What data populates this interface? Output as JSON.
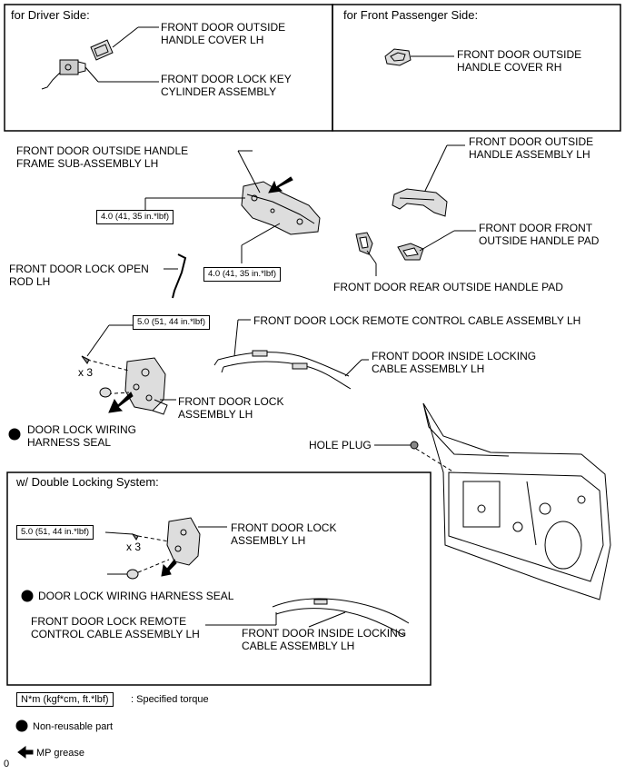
{
  "top_left": {
    "heading": "for Driver Side:",
    "cover_label": "FRONT DOOR OUTSIDE\nHANDLE COVER LH",
    "cylinder_label": "FRONT DOOR LOCK KEY\nCYLINDER ASSEMBLY"
  },
  "top_right": {
    "heading": "for Front Passenger Side:",
    "cover_label": "FRONT DOOR OUTSIDE\nHANDLE COVER RH"
  },
  "main": {
    "frame_label": "FRONT DOOR OUTSIDE HANDLE\nFRAME SUB-ASSEMBLY LH",
    "handle_label": "FRONT DOOR OUTSIDE\nHANDLE ASSEMBLY LH",
    "torque_a": "4.0 (41, 35 in.*lbf)",
    "torque_b": "4.0 (41, 35 in.*lbf)",
    "front_pad_label": "FRONT DOOR FRONT\nOUTSIDE HANDLE PAD",
    "rod_label": "FRONT DOOR LOCK OPEN\nROD LH",
    "rear_pad_label": "FRONT DOOR REAR OUTSIDE HANDLE PAD",
    "torque_c": "5.0 (51, 44 in.*lbf)",
    "remote_cable_label": "FRONT DOOR LOCK REMOTE CONTROL CABLE ASSEMBLY LH",
    "inside_cable_label": "FRONT DOOR INSIDE LOCKING\nCABLE ASSEMBLY LH",
    "x3": "x 3",
    "lock_label": "FRONT DOOR LOCK\nASSEMBLY LH",
    "seal_label": "DOOR LOCK WIRING\nHARNESS SEAL",
    "hole_plug_label": "HOLE PLUG"
  },
  "double_lock": {
    "heading": "w/ Double Locking System:",
    "torque": "5.0 (51, 44 in.*lbf)",
    "x3": "x 3",
    "lock_label": "FRONT DOOR LOCK\nASSEMBLY LH",
    "seal_label": "DOOR LOCK WIRING HARNESS SEAL",
    "remote_label": "FRONT DOOR LOCK REMOTE\nCONTROL CABLE ASSEMBLY LH",
    "inside_label": "FRONT DOOR INSIDE LOCKING\nCABLE ASSEMBLY LH"
  },
  "legend": {
    "torque_box": "N*m (kgf*cm, ft.*lbf)",
    "torque_text": ": Specified torque",
    "nonreusable": "Non-reusable part",
    "grease": "MP grease"
  },
  "corner_mark": "0"
}
